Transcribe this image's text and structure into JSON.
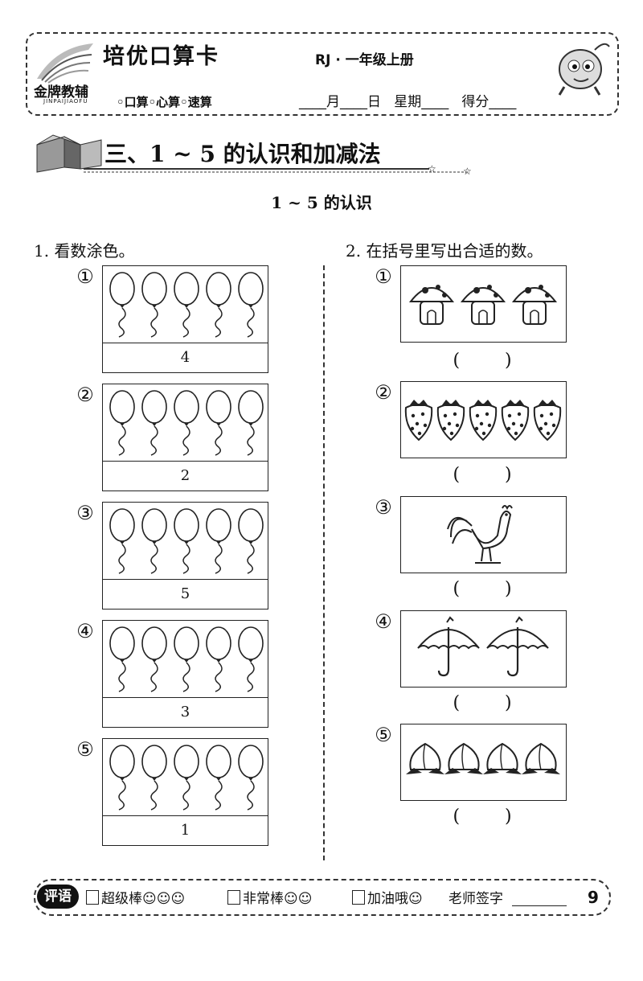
{
  "header": {
    "brand_title": "培优口算卡",
    "grade": "RJ · 一年级上册",
    "brand_name": "金牌教辅",
    "brand_sub": "JINPAIJIAOFU",
    "tagline": "◦口算◦心算◦速算",
    "date_line": "____月____日   星期____   得分____"
  },
  "chapter_title": "三、1 ~ 5 的认识和加减法",
  "section_title": "1 ~ 5 的认识",
  "q1": {
    "title": "1. 看数涂色。",
    "items": [
      {
        "num": "①",
        "value": "4"
      },
      {
        "num": "②",
        "value": "2"
      },
      {
        "num": "③",
        "value": "5"
      },
      {
        "num": "④",
        "value": "3"
      },
      {
        "num": "⑤",
        "value": "1"
      }
    ]
  },
  "q2": {
    "title": "2. 在括号里写出合适的数。",
    "paren": "(        )",
    "items": [
      {
        "num": "①",
        "picture": "mushroom-house",
        "count": 3
      },
      {
        "num": "②",
        "picture": "strawberry",
        "count": 5
      },
      {
        "num": "③",
        "picture": "rooster",
        "count": 1
      },
      {
        "num": "④",
        "picture": "umbrella",
        "count": 2
      },
      {
        "num": "⑤",
        "picture": "peach",
        "count": 4
      }
    ]
  },
  "footer": {
    "badge": "评语",
    "opt1": "超级棒☺☺☺",
    "opt2": "非常棒☺☺",
    "opt3": "加油哦☺",
    "sign": "老师签字",
    "page": "9"
  }
}
